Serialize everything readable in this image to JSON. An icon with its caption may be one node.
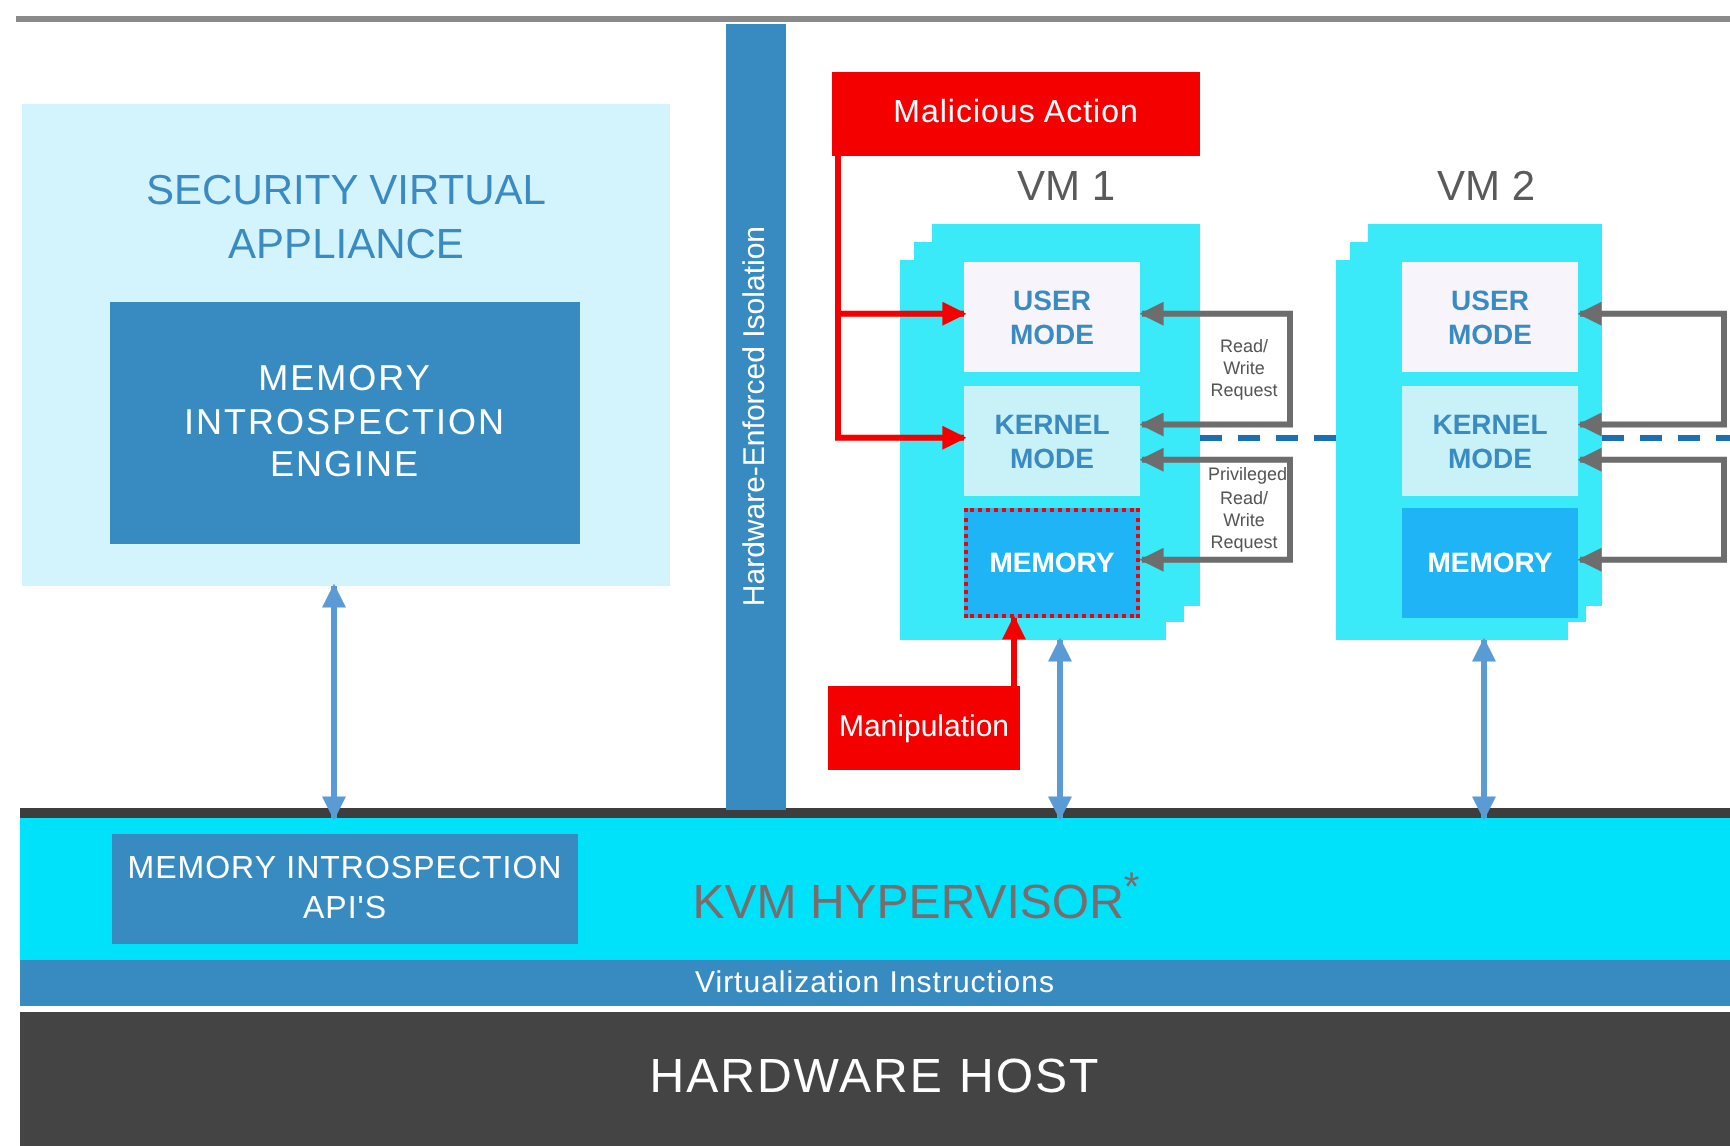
{
  "diagram": {
    "nodes": [
      {
        "text": [
          "SECURITY VIRTUAL APPLIANCE"
        ]
      },
      {
        "text": [
          "MEMORY INTROSPECTION ENGINE"
        ],
        "in": 0
      },
      {
        "text": [
          "Hardware-Enforced Isolation"
        ]
      },
      {
        "text": [
          "Malicious Action"
        ]
      },
      {
        "text": [
          "VM 1"
        ]
      },
      {
        "text": [
          "USER MODE"
        ],
        "in": 4
      },
      {
        "text": [
          "KERNEL MODE"
        ],
        "in": 4
      },
      {
        "text": [
          "MEMORY"
        ],
        "in": 4
      },
      {
        "text": [
          "Manipulation"
        ]
      },
      {
        "text": [
          "VM 2"
        ]
      },
      {
        "text": [
          "USER MODE"
        ],
        "in": 9
      },
      {
        "text": [
          "KERNEL MODE"
        ],
        "in": 9
      },
      {
        "text": [
          "MEMORY"
        ],
        "in": 9
      },
      {
        "text": [
          "KVM HYPERVISOR$^{*}$"
        ]
      },
      {
        "text": [
          "MEMORY INTROSPECTION API'S"
        ],
        "in": 13
      },
      {
        "text": [
          "Virtualization Instructions"
        ]
      },
      {
        "text": [
          "HARDWARE HOST"
        ]
      }
    ],
    "edges": [
      {
        "from": 3,
        "to": 5,
        "arrow": "to",
        "color": "#f50000"
      },
      {
        "from": 3,
        "to": 6,
        "arrow": "to",
        "color": "#f50000"
      },
      {
        "from": 8,
        "to": 7,
        "arrow": "to",
        "color": "#f50000"
      },
      {
        "from": 0,
        "to": 13,
        "arrow": "both",
        "color": "#5b9bd5"
      },
      {
        "from": 4,
        "to": 13,
        "arrow": "both",
        "color": "#5b9bd5"
      },
      {
        "from": 9,
        "to": 13,
        "arrow": "both",
        "color": "#5b9bd5"
      },
      {
        "from": 5,
        "to": 6,
        "arrow": "both",
        "label": "Read/ Write Request",
        "color": "#6d6d6d"
      },
      {
        "from": 6,
        "to": 7,
        "arrow": "both",
        "label": "Privileged Read/ Write Request",
        "color": "#6d6d6d"
      },
      {
        "from": 10,
        "to": 11,
        "arrow": "both",
        "color": "#6d6d6d"
      },
      {
        "from": 11,
        "to": 12,
        "arrow": "both",
        "color": "#6d6d6d"
      },
      {
        "from": 4,
        "to": 9,
        "arrow": "none",
        "style": "dashed",
        "color": "#1a6fb5"
      },
      {
        "from": 9,
        "to": null,
        "arrow": "none",
        "style": "dashed",
        "color": "#1a6fb5"
      }
    ]
  }
}
